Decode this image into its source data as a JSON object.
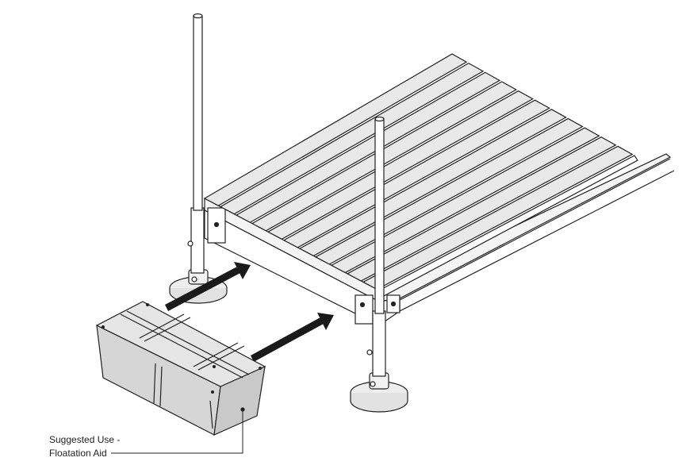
{
  "callout": {
    "line1": "Suggested Use -",
    "line2": "Floatation Aid"
  },
  "colors": {
    "stroke": "#222222",
    "deck_fill": "#e9e9e9",
    "float_fill": "#dcdcdc",
    "float_top": "#e6e6e6",
    "arrow": "#1a1a1a",
    "pad_fill": "#eeeeee"
  },
  "parts": [
    "deck-boards",
    "frame-side",
    "leg-posts",
    "foot-pads",
    "float-drum",
    "insert-arrows"
  ]
}
